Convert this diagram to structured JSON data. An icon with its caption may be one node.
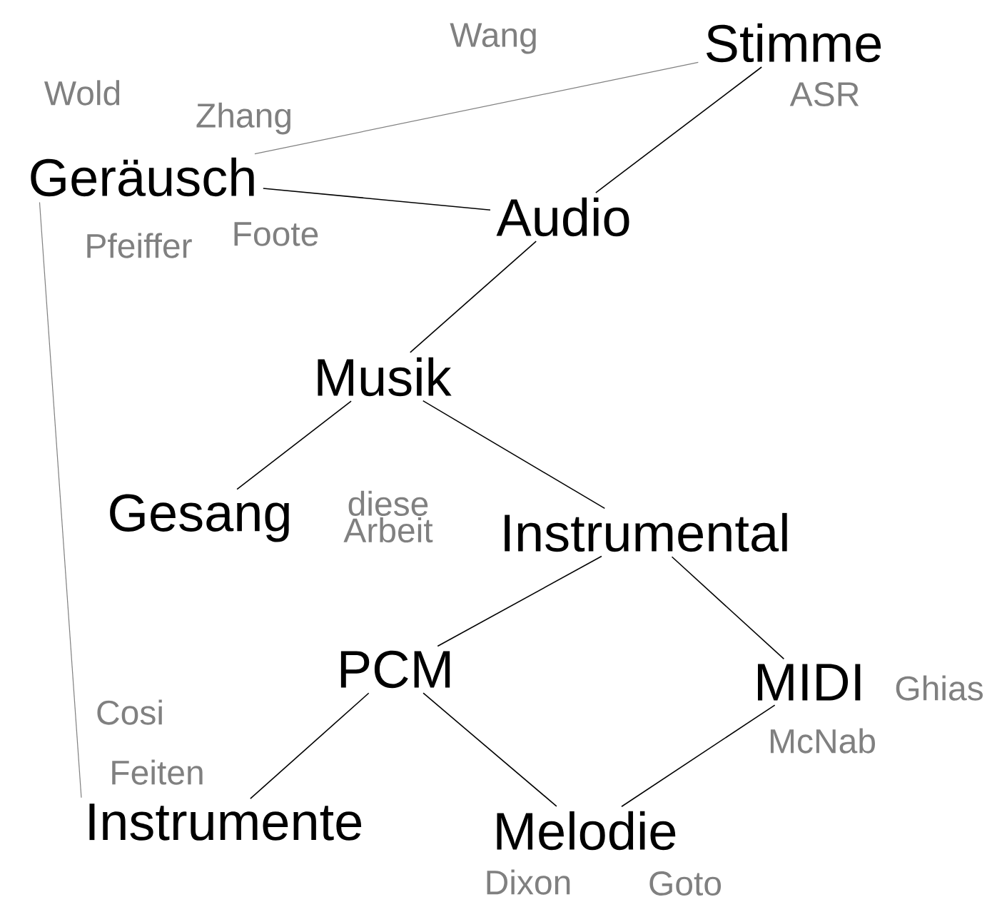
{
  "diagram": {
    "nodes": [
      {
        "text": [
          "Stimme"
        ]
      },
      {
        "text": [
          "Geräusch"
        ]
      },
      {
        "text": [
          "Audio"
        ]
      },
      {
        "text": [
          "Musik"
        ]
      },
      {
        "text": [
          "Gesang"
        ]
      },
      {
        "text": [
          "Instrumental"
        ]
      },
      {
        "text": [
          "PCM"
        ]
      },
      {
        "text": [
          "MIDI"
        ]
      },
      {
        "text": [
          "Instrumente"
        ]
      },
      {
        "text": [
          "Melodie"
        ]
      }
    ],
    "edges": [
      {
        "from": 1,
        "to": 0,
        "arrow": "none",
        "color": "#808080"
      },
      {
        "from": 1,
        "to": 2,
        "arrow": "none"
      },
      {
        "from": 0,
        "to": 2,
        "arrow": "none"
      },
      {
        "from": 2,
        "to": 3,
        "arrow": "none"
      },
      {
        "from": 3,
        "to": 4,
        "arrow": "none"
      },
      {
        "from": 3,
        "to": 5,
        "arrow": "none"
      },
      {
        "from": 5,
        "to": 6,
        "arrow": "none"
      },
      {
        "from": 5,
        "to": 7,
        "arrow": "none"
      },
      {
        "from": 6,
        "to": 8,
        "arrow": "none"
      },
      {
        "from": 6,
        "to": 9,
        "arrow": "none"
      },
      {
        "from": 7,
        "to": 9,
        "arrow": "none"
      },
      {
        "from": 1,
        "to": 8,
        "arrow": "none",
        "color": "#808080"
      }
    ],
    "labels": [
      "Wang",
      "Wold",
      "ASR",
      "Zhang",
      "Pfeiffer",
      "Foote",
      "diese Arbeit",
      "Cosi",
      "Ghias",
      "Feiten",
      "McNab",
      "Dixon",
      "Goto"
    ]
  }
}
